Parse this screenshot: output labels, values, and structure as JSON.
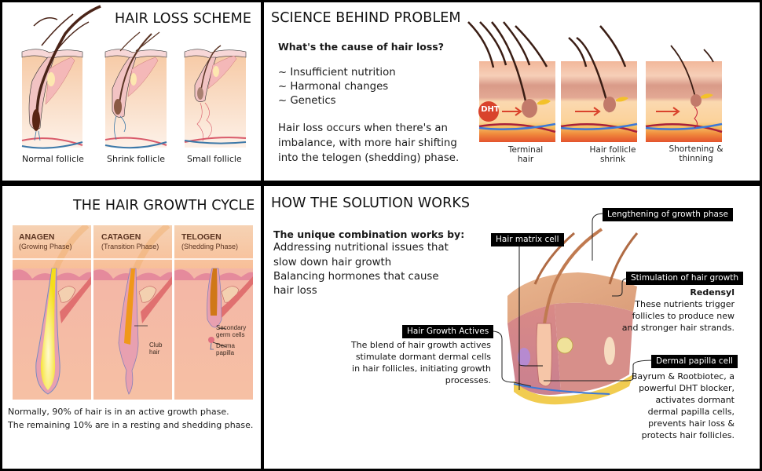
{
  "panels": {
    "hair_loss_scheme": {
      "title": "HAIR LOSS SCHEME",
      "follicles": [
        {
          "label": "Normal follicle"
        },
        {
          "label": "Shrink follicle"
        },
        {
          "label": "Small follicle"
        }
      ]
    },
    "science": {
      "title": "SCIENCE BEHIND PROBLEM",
      "question": "What's the cause of hair loss?",
      "causes": [
        "~ Insufficient nutrition",
        "~ Harmonal changes",
        "~ Genetics"
      ],
      "explanation_lines": [
        "Hair loss occurs when there's an",
        "imbalance, with more hair shifting",
        "into the telogen (shedding) phase."
      ],
      "dht_badge": "DHT",
      "stages": [
        {
          "line1": "Terminal",
          "line2": "hair"
        },
        {
          "line1": "Hair follicle",
          "line2": "shrink"
        },
        {
          "line1": "Shortening &",
          "line2": "thinning"
        }
      ]
    },
    "growth_cycle": {
      "title": "THE HAIR GROWTH CYCLE",
      "phases": [
        {
          "name": "ANAGEN",
          "sub": "(Growing Phase)"
        },
        {
          "name": "CATAGEN",
          "sub": "(Transition Phase)"
        },
        {
          "name": "TELOGEN",
          "sub": "(Shedding Phase)"
        }
      ],
      "annotations": {
        "club_hair": [
          "Club",
          "hair"
        ],
        "secondary_germ": [
          "Secondary",
          "germ cells"
        ],
        "derma_papilla": [
          "Derma",
          "papilla"
        ]
      },
      "footer_lines": [
        "Normally, 90% of hair is in an active growth phase.",
        "The remaining 10% are in a resting and shedding phase."
      ]
    },
    "solution": {
      "title": "HOW THE SOLUTION WORKS",
      "heading": "The unique combination works by:",
      "body_lines": [
        "Addressing nutritional issues that",
        "slow down hair growth",
        "Balancing hormones that cause",
        "hair loss"
      ],
      "tags": {
        "lengthening": "Lengthening of growth phase",
        "matrix": "Hair matrix cell",
        "stimulation": "Stimulation of hair growth",
        "actives": "Hair Growth Actives",
        "papilla": "Dermal papilla cell"
      },
      "redensyl": {
        "name": "Redensyl",
        "lines": [
          "These nutrients trigger",
          "follicles to produce new",
          "and stronger hair strands."
        ]
      },
      "actives_lines": [
        "The blend of hair growth actives",
        "stimulate dormant dermal cells",
        "in hair follicles, initiating growth",
        "processes."
      ],
      "papilla_lines": [
        "Bayrum & Rootbiotec, a",
        "powerful DHT blocker,",
        "activates dormant",
        "dermal papilla cells,",
        "prevents hair loss &",
        "protects hair follicles."
      ]
    }
  }
}
